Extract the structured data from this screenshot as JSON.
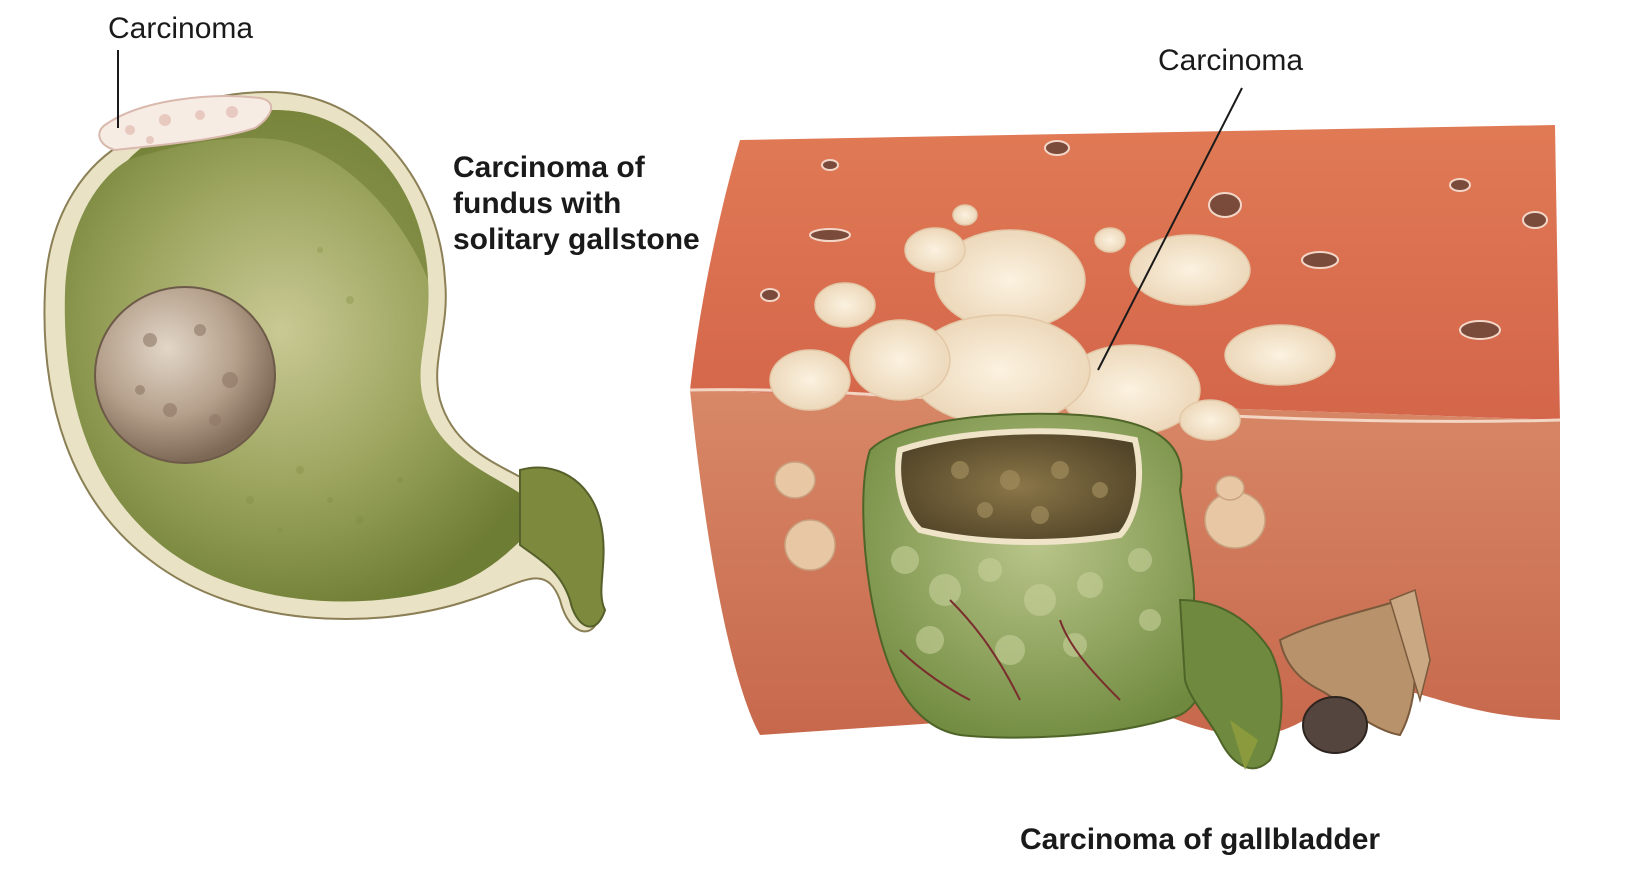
{
  "left_figure": {
    "callout_label": "Carcinoma",
    "caption_lines": [
      "Carcinoma of",
      "fundus with",
      "solitary gallstone"
    ]
  },
  "right_figure": {
    "callout_label": "Carcinoma",
    "caption": "Carcinoma of gallbladder"
  },
  "colors": {
    "gallbladder_green": "#8a9a4a",
    "gallbladder_dark_green": "#5e6e2c",
    "liver_orange": "#d9704a",
    "liver_dark": "#c0553a",
    "tumor_cream": "#f4e6cf",
    "gallstone_tan": "#a8927c"
  }
}
